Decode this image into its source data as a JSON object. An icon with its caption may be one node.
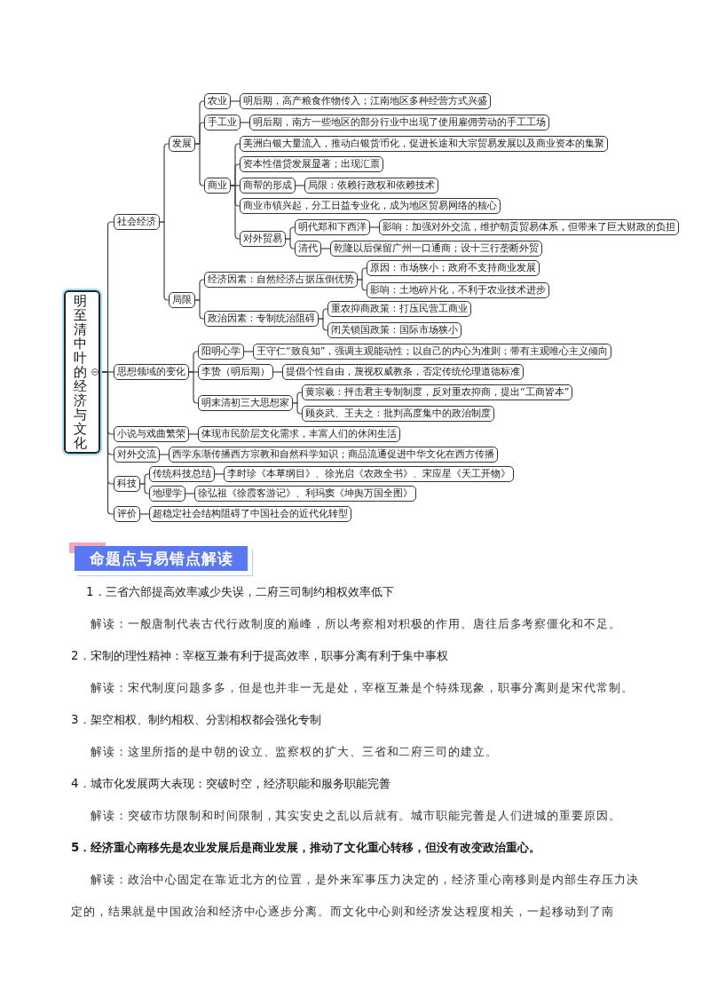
{
  "diagram": {
    "nodes": [
      {
        "text": [
          "明至清中叶的经济与文化"
        ]
      },
      {
        "text": [
          "社会经济"
        ]
      },
      {
        "text": [
          "发展"
        ]
      },
      {
        "text": [
          "农业"
        ]
      },
      {
        "text": [
          "明后期，高产粮食作物传入；江南地区多种经营方式兴盛"
        ]
      },
      {
        "text": [
          "手工业"
        ]
      },
      {
        "text": [
          "明后期，南方一些地区的部分行业中出现了使用雇佣劳动的手工工场"
        ]
      },
      {
        "text": [
          "商业"
        ]
      },
      {
        "text": [
          "美洲白银大量流入，推动白银货币化，促进长途和大宗贸易发展以及商业资本的集聚"
        ]
      },
      {
        "text": [
          "资本性借贷发展显著；出现汇票"
        ]
      },
      {
        "text": [
          "商帮的形成"
        ]
      },
      {
        "text": [
          "局限：依赖行政权和依赖技术"
        ]
      },
      {
        "text": [
          "商业市镇兴起，分工日益专业化，成为地区贸易网络的核心"
        ]
      },
      {
        "text": [
          "对外贸易"
        ]
      },
      {
        "text": [
          "明代郑和下西洋"
        ]
      },
      {
        "text": [
          "影响：加强对外交流，维护朝贡贸易体系，但带来了巨大财政的负担"
        ]
      },
      {
        "text": [
          "清代"
        ]
      },
      {
        "text": [
          "乾隆以后保留广州一口通商；设十三行垄断外贸"
        ]
      },
      {
        "text": [
          "局限"
        ]
      },
      {
        "text": [
          "经济因素：自然经济占据压倒优势"
        ]
      },
      {
        "text": [
          "原因：市场狭小；政府不支持商业发展"
        ]
      },
      {
        "text": [
          "影响：土地碎片化，不利于农业技术进步"
        ]
      },
      {
        "text": [
          "政治因素：专制统治阻碍"
        ]
      },
      {
        "text": [
          "重农抑商政策：打压民营工商业"
        ]
      },
      {
        "text": [
          "闭关锁国政策：国际市场狭小"
        ]
      },
      {
        "text": [
          "思想领域的变化"
        ]
      },
      {
        "text": [
          "阳明心学"
        ]
      },
      {
        "text": [
          "王守仁“致良知”，强调主观能动性；以自己的内心为准则；带有主观唯心主义倾向"
        ]
      },
      {
        "text": [
          "李贽（明后期）"
        ]
      },
      {
        "text": [
          "提倡个性自由，蔑视权威教条，否定传统伦理道德标准"
        ]
      },
      {
        "text": [
          "明末清初三大思想家"
        ]
      },
      {
        "text": [
          "黄宗羲：抨击君主专制制度，反对重农抑商，提出“工商皆本”"
        ]
      },
      {
        "text": [
          "顾炎武、王夫之：批判高度集中的政治制度"
        ]
      },
      {
        "text": [
          "小说与戏曲繁荣"
        ]
      },
      {
        "text": [
          "体现市民阶层文化需求，丰富人们的休闲生活"
        ]
      },
      {
        "text": [
          "对外交流"
        ]
      },
      {
        "text": [
          "西学东渐传播西方宗教和自然科学知识；商品流通促进中华文化在西方传播"
        ]
      },
      {
        "text": [
          "科技"
        ]
      },
      {
        "text": [
          "传统科技总结"
        ]
      },
      {
        "text": [
          "李时珍《本草纲目》、徐光启《农政全书》、宋应星《天工开物》"
        ]
      },
      {
        "text": [
          "地理学"
        ]
      },
      {
        "text": [
          "徐弘祖《徐霞客游记》、利玛窦《坤舆万国全图》"
        ]
      },
      {
        "text": [
          "评价"
        ]
      },
      {
        "text": [
          "超稳定社会结构阻碍了中国社会的近代化转型"
        ]
      },
      {
        "text": [
          "命题点与易错点解读"
        ]
      }
    ],
    "edges": [
      {
        "from": 0,
        "to": 1,
        "arrow": "none"
      },
      {
        "from": 0,
        "to": 25,
        "arrow": "none"
      },
      {
        "from": 0,
        "to": 33,
        "arrow": "none"
      },
      {
        "from": 0,
        "to": 35,
        "arrow": "none"
      },
      {
        "from": 0,
        "to": 37,
        "arrow": "none"
      },
      {
        "from": 0,
        "to": 42,
        "arrow": "none"
      },
      {
        "from": 1,
        "to": 2,
        "arrow": "none"
      },
      {
        "from": 1,
        "to": 18,
        "arrow": "none"
      },
      {
        "from": 2,
        "to": 3,
        "arrow": "none"
      },
      {
        "from": 2,
        "to": 5,
        "arrow": "none"
      },
      {
        "from": 2,
        "to": 7,
        "arrow": "none"
      },
      {
        "from": 3,
        "to": 4,
        "arrow": "none"
      },
      {
        "from": 5,
        "to": 6,
        "arrow": "none"
      },
      {
        "from": 7,
        "to": 8,
        "arrow": "none"
      },
      {
        "from": 7,
        "to": 9,
        "arrow": "none"
      },
      {
        "from": 7,
        "to": 10,
        "arrow": "none"
      },
      {
        "from": 7,
        "to": 12,
        "arrow": "none"
      },
      {
        "from": 7,
        "to": 13,
        "arrow": "none"
      },
      {
        "from": 10,
        "to": 11,
        "arrow": "none"
      },
      {
        "from": 13,
        "to": 14,
        "arrow": "none"
      },
      {
        "from": 13,
        "to": 16,
        "arrow": "none"
      },
      {
        "from": 14,
        "to": 15,
        "arrow": "none"
      },
      {
        "from": 16,
        "to": 17,
        "arrow": "none"
      },
      {
        "from": 18,
        "to": 19,
        "arrow": "none"
      },
      {
        "from": 18,
        "to": 22,
        "arrow": "none"
      },
      {
        "from": 19,
        "to": 20,
        "arrow": "none"
      },
      {
        "from": 19,
        "to": 21,
        "arrow": "none"
      },
      {
        "from": 22,
        "to": 23,
        "arrow": "none"
      },
      {
        "from": 22,
        "to": 24,
        "arrow": "none"
      },
      {
        "from": 25,
        "to": 26,
        "arrow": "none"
      },
      {
        "from": 25,
        "to": 28,
        "arrow": "none"
      },
      {
        "from": 25,
        "to": 30,
        "arrow": "none"
      },
      {
        "from": 26,
        "to": 27,
        "arrow": "none"
      },
      {
        "from": 28,
        "to": 29,
        "arrow": "none"
      },
      {
        "from": 30,
        "to": 31,
        "arrow": "none"
      },
      {
        "from": 30,
        "to": 32,
        "arrow": "none"
      },
      {
        "from": 33,
        "to": 34,
        "arrow": "none"
      },
      {
        "from": 35,
        "to": 36,
        "arrow": "none"
      },
      {
        "from": 37,
        "to": 38,
        "arrow": "none"
      },
      {
        "from": 37,
        "to": 40,
        "arrow": "none"
      },
      {
        "from": 38,
        "to": 39,
        "arrow": "none"
      },
      {
        "from": 40,
        "to": 41,
        "arrow": "none"
      },
      {
        "from": 42,
        "to": 43,
        "arrow": "none"
      }
    ],
    "labels": [
      "1．三省六部提高效率减少失误，二府三司制约相权效率低下",
      "解读：一般唐制代表古代行政制度的巅峰，所以考察相对积极的作用。唐往后多考察僵化和不足。",
      "2．宋制的理性精神：宰枢互兼有利于提高效率，职事分离有利于集中事权",
      "解读：宋代制度问题多多，但是也并非一无是处，宰枢互兼是个特殊现象，职事分离则是宋代常制。",
      "3．架空相权、制约相权、分割相权都会强化专制",
      "解读：这里所指的是中朝的设立、监察权的扩大、三省和二府三司的建立。",
      "4．城市化发展两大表现：突破时空，经济职能和服务职能完善",
      "解读：突破市坊限制和时间限制，其实安史之乱以后就有。城市职能完善是人们进城的重要原因。",
      "5．经济重心南移先是农业发展后是商业发展，推动了文化重心转移，但没有改变政治重心。",
      "解读：政治中心固定在靠近北方的位置，是外来军事压力决定的，经济重心南移则是内部生存压力决定的，结果就是中国政治和经济中心逐步分离。而文化中心则和经济发达程度相关，一起移动到了南"
    ]
  }
}
